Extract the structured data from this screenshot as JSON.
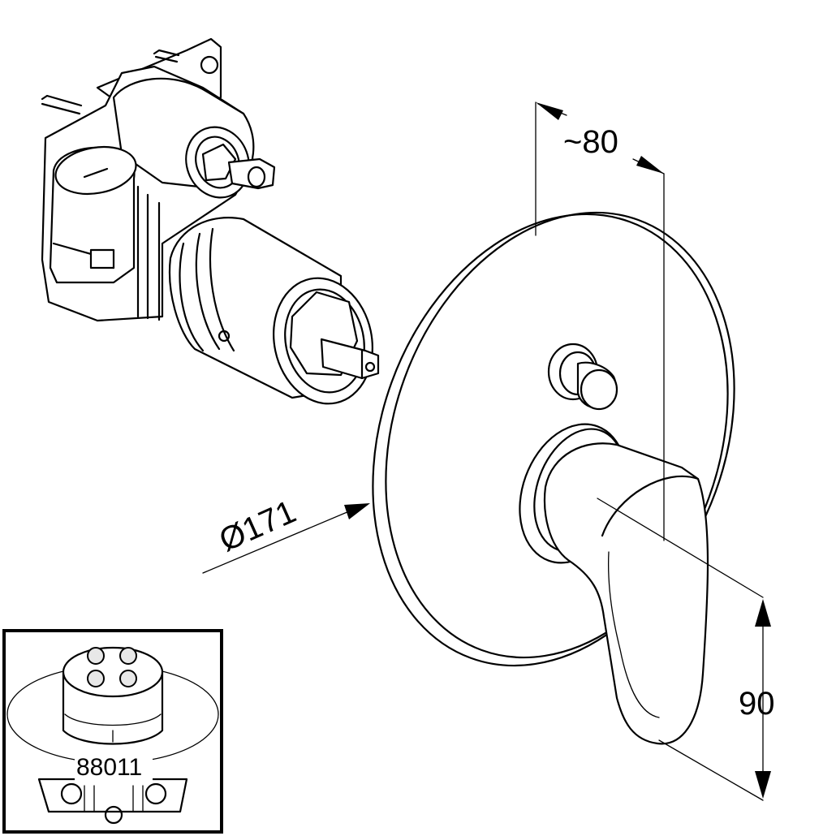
{
  "dimensions": {
    "depth": "~80",
    "diameter": "Ø171",
    "lever_height": "90"
  },
  "inset": {
    "article_number": "88011"
  },
  "icons": [
    "rough-in-valve-body-icon",
    "mixer-cover-plate-icon",
    "lever-handle-icon",
    "diverter-knob-icon",
    "universal-rough-in-box-icon"
  ]
}
